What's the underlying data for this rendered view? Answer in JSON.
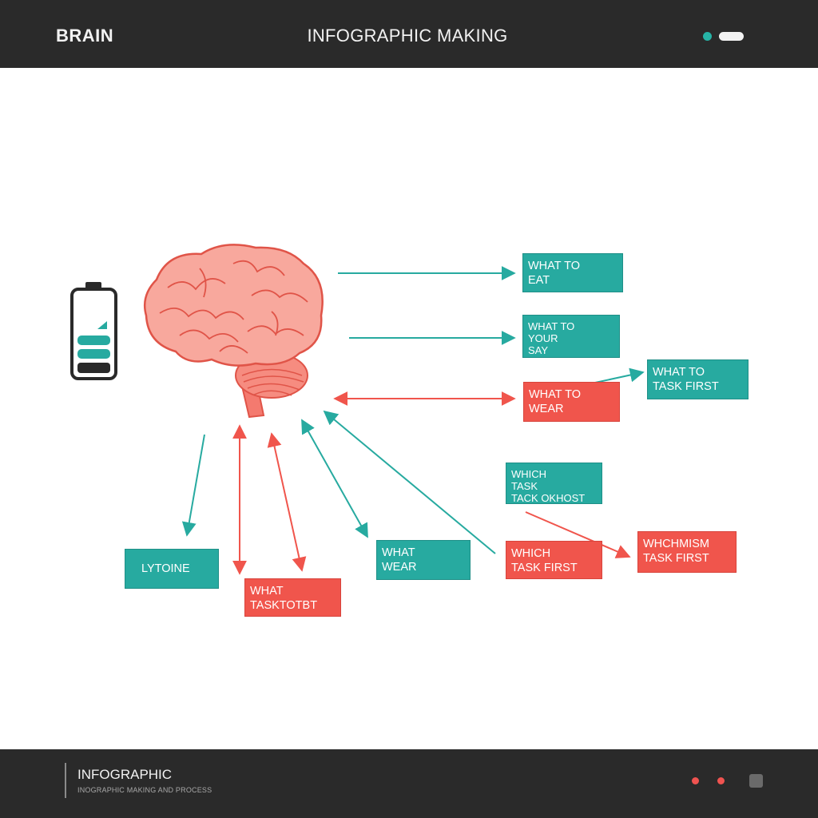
{
  "header": {
    "brand": "BRAIN",
    "title": "INFOGRAPHIC MAKING"
  },
  "diagram": {
    "boxes": {
      "what_to_eat": "WHAT TO\nEAT",
      "what_to_your_say": "WHAT TO\nYOUR\nSAY",
      "what_to_wear": "WHAT TO\nWEAR",
      "what_to_task_first": "WHAT TO\nTASK FIRST",
      "which_task_check_first": "WHICH\nTASK\nTACK OKHOST",
      "which_task_first": "WHICH\nTASK FIRST",
      "which_task_first_right": "WHCHMISM\nTASK FIRST",
      "lytoine": "LYTOINE",
      "what_task_tobt": "WHAT\nTASKTOTBT",
      "what_wear_bottom": "WHAT\nWEAR"
    }
  },
  "footer": {
    "title": "INFOGRAPHIC",
    "subtitle": "INOGRAPHIC MAKING AND PROCESS"
  },
  "colors": {
    "teal": "#27aaa0",
    "coral": "#f0554c",
    "dark_bar": "#2a2a2a"
  }
}
